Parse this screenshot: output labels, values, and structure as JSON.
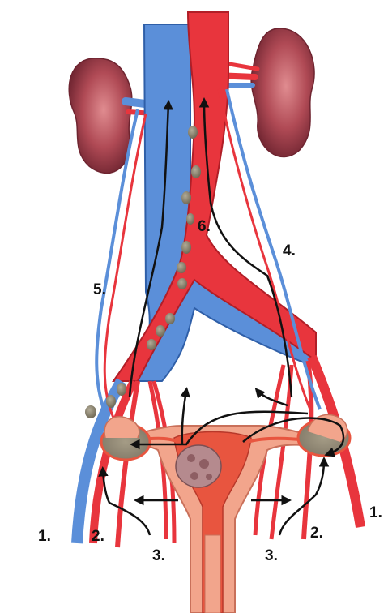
{
  "labels": {
    "n1": "1.",
    "n2": "2.",
    "n3": "3.",
    "n4": "4.",
    "n5": "5.",
    "n6": "6."
  },
  "colors": {
    "vein": "#5B8FD9",
    "vein_stroke": "#2F5FA8",
    "artery": "#E8353D",
    "artery_dark": "#B11E27",
    "kidney": "#B04A55",
    "kidney_dark": "#7C2A34",
    "uterus_outer": "#F2A58C",
    "uterus_inner": "#E8553F",
    "node": "#8B8370",
    "arrow": "#111111"
  }
}
